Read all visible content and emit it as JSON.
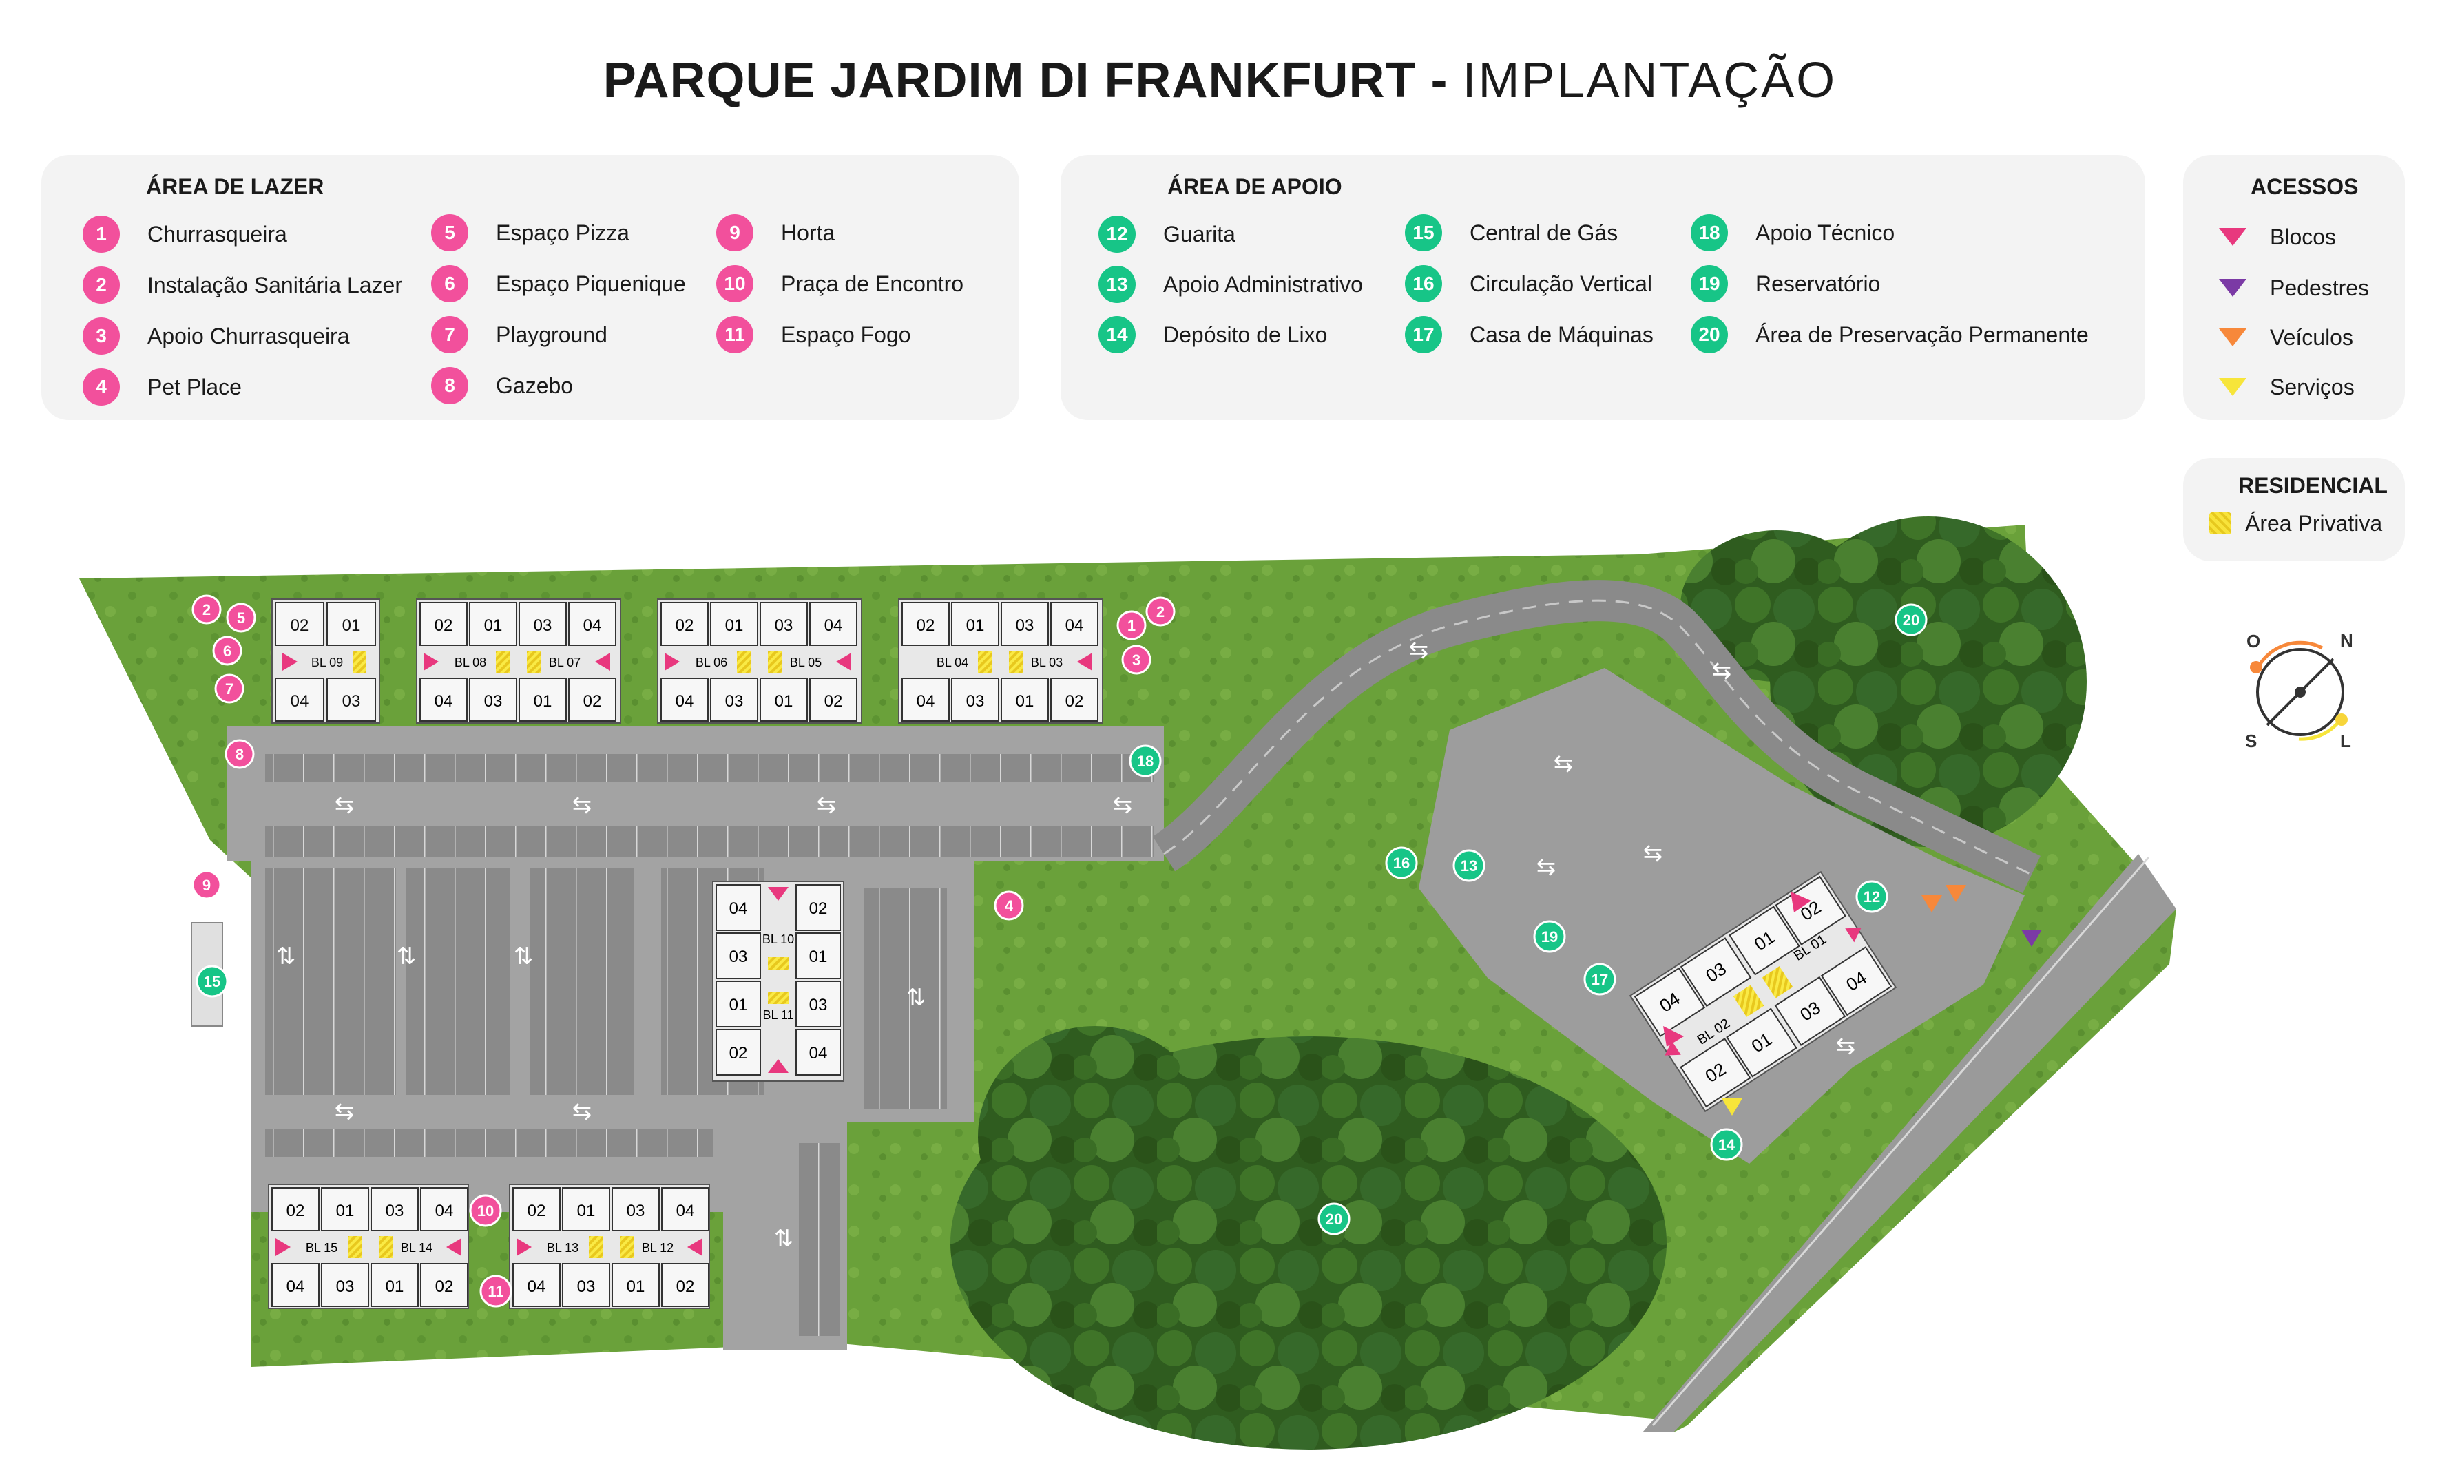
{
  "title": {
    "bold": "PARQUE JARDIM DI FRANKFURT -",
    "light": "IMPLANTAÇÃO"
  },
  "colors": {
    "pink": "#f2509c",
    "green": "#17c587",
    "panel": "#f3f3f3",
    "access_blocos": "#e8387e",
    "access_pedestres": "#7b3aa5",
    "access_veiculos": "#f7883a",
    "access_servicos": "#f7e53a"
  },
  "lazer": {
    "title": "ÁREA DE LAZER",
    "items": [
      {
        "n": "1",
        "label": "Churrasqueira"
      },
      {
        "n": "2",
        "label": "Instalação Sanitária Lazer"
      },
      {
        "n": "3",
        "label": "Apoio Churrasqueira"
      },
      {
        "n": "4",
        "label": "Pet Place"
      },
      {
        "n": "5",
        "label": "Espaço Pizza"
      },
      {
        "n": "6",
        "label": "Espaço Piquenique"
      },
      {
        "n": "7",
        "label": "Playground"
      },
      {
        "n": "8",
        "label": "Gazebo"
      },
      {
        "n": "9",
        "label": "Horta"
      },
      {
        "n": "10",
        "label": "Praça de Encontro"
      },
      {
        "n": "11",
        "label": "Espaço Fogo"
      }
    ]
  },
  "apoio": {
    "title": "ÁREA DE APOIO",
    "items": [
      {
        "n": "12",
        "label": "Guarita"
      },
      {
        "n": "13",
        "label": "Apoio Administrativo"
      },
      {
        "n": "14",
        "label": "Depósito de Lixo"
      },
      {
        "n": "15",
        "label": "Central de Gás"
      },
      {
        "n": "16",
        "label": "Circulação Vertical"
      },
      {
        "n": "17",
        "label": "Casa de Máquinas"
      },
      {
        "n": "18",
        "label": "Apoio Técnico"
      },
      {
        "n": "19",
        "label": "Reservatório"
      },
      {
        "n": "20",
        "label": "Área de Preservação Permanente"
      }
    ]
  },
  "acessos": {
    "title": "ACESSOS",
    "items": [
      {
        "label": "Blocos",
        "color": "#e8387e"
      },
      {
        "label": "Pedestres",
        "color": "#7b3aa5"
      },
      {
        "label": "Veículos",
        "color": "#f7883a"
      },
      {
        "label": "Serviços",
        "color": "#f7e53a"
      }
    ]
  },
  "residencial": {
    "title": "RESIDENCIAL",
    "item": "Área Privativa"
  },
  "compass": {
    "o": "O",
    "n": "N",
    "s": "S",
    "l": "L"
  },
  "map": {
    "blocks": [
      {
        "top": [
          "02",
          "01"
        ],
        "bottom": [
          "04",
          "03"
        ],
        "labels": [
          "BL 09"
        ]
      },
      {
        "top": [
          "02",
          "01",
          "03",
          "04"
        ],
        "bottom": [
          "04",
          "03",
          "01",
          "02"
        ],
        "labels": [
          "BL 08",
          "BL 07"
        ]
      },
      {
        "top": [
          "02",
          "01",
          "03",
          "04"
        ],
        "bottom": [
          "04",
          "03",
          "01",
          "02"
        ],
        "labels": [
          "BL 06",
          "BL 05"
        ]
      },
      {
        "top": [
          "02",
          "01",
          "03",
          "04"
        ],
        "bottom": [
          "04",
          "03",
          "01",
          "02"
        ],
        "labels": [
          "BL 04",
          "BL 03"
        ]
      },
      {
        "top": [
          "02",
          "01",
          "03",
          "04"
        ],
        "bottom": [
          "04",
          "03",
          "01",
          "02"
        ],
        "labels": [
          "BL 15",
          "BL 14"
        ]
      },
      {
        "top": [
          "02",
          "01",
          "03",
          "04"
        ],
        "bottom": [
          "04",
          "03",
          "01",
          "02"
        ],
        "labels": [
          "BL 13",
          "BL 12"
        ]
      }
    ],
    "center_block": {
      "left": [
        "04",
        "03",
        "01",
        "02"
      ],
      "right": [
        "02",
        "01",
        "03",
        "04"
      ],
      "labels": [
        "BL 10",
        "BL 11"
      ]
    },
    "rotated_block": {
      "top": [
        "04",
        "03",
        "01",
        "02"
      ],
      "bottom": [
        "02",
        "01",
        "03",
        "04"
      ],
      "labels": [
        "BL 01",
        "BL 02"
      ]
    },
    "markers": [
      {
        "n": "2",
        "type": "pink"
      },
      {
        "n": "5",
        "type": "pink"
      },
      {
        "n": "6",
        "type": "pink"
      },
      {
        "n": "7",
        "type": "pink"
      },
      {
        "n": "8",
        "type": "pink"
      },
      {
        "n": "9",
        "type": "pink"
      },
      {
        "n": "1",
        "type": "pink"
      },
      {
        "n": "2",
        "type": "pink"
      },
      {
        "n": "3",
        "type": "pink"
      },
      {
        "n": "4",
        "type": "pink"
      },
      {
        "n": "10",
        "type": "pink"
      },
      {
        "n": "11",
        "type": "pink"
      },
      {
        "n": "15",
        "type": "green"
      },
      {
        "n": "18",
        "type": "green"
      },
      {
        "n": "16",
        "type": "green"
      },
      {
        "n": "13",
        "type": "green"
      },
      {
        "n": "19",
        "type": "green"
      },
      {
        "n": "17",
        "type": "green"
      },
      {
        "n": "12",
        "type": "green"
      },
      {
        "n": "14",
        "type": "green"
      },
      {
        "n": "20",
        "type": "green"
      },
      {
        "n": "20",
        "type": "green"
      }
    ],
    "arrows": [
      "⇆",
      "⇆",
      "⇆",
      "⇆",
      "⇅",
      "⇅",
      "⇅",
      "⇆",
      "⇆",
      "⇅",
      "⇅",
      "⇆",
      "⇆",
      "⇆",
      "⇆",
      "⇆",
      "⇆"
    ]
  }
}
